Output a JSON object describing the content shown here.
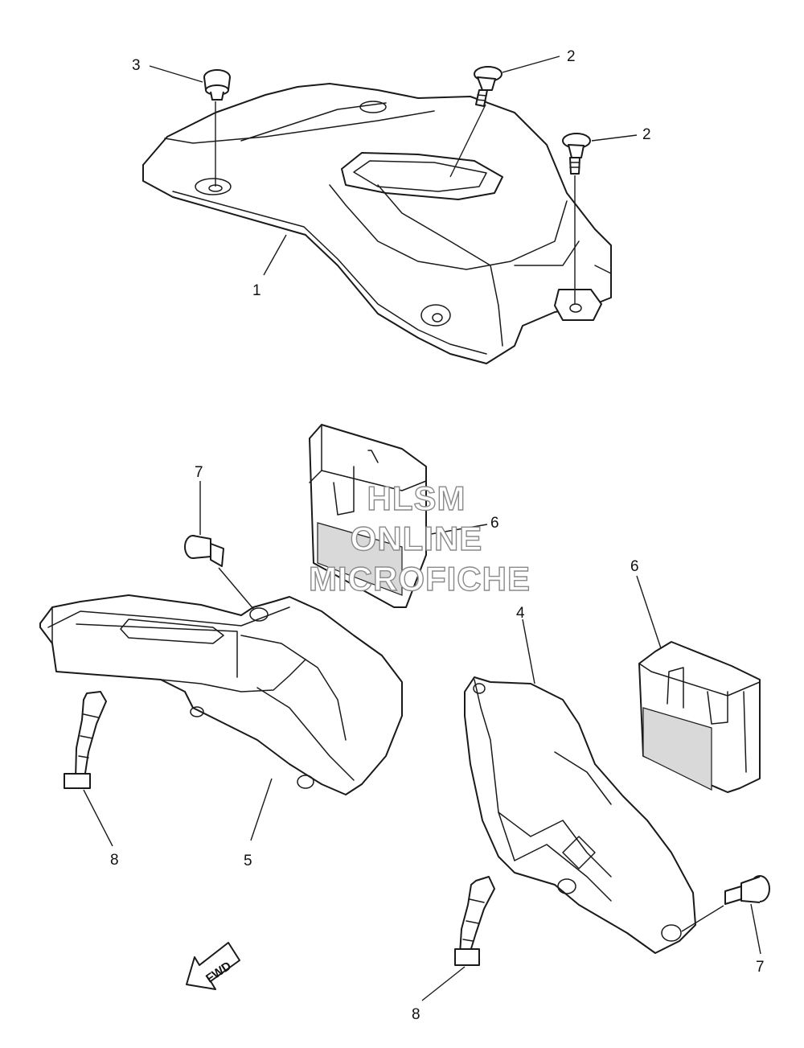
{
  "callouts": [
    {
      "id": "c1",
      "label": "1"
    },
    {
      "id": "c2a",
      "label": "2"
    },
    {
      "id": "c2b",
      "label": "2"
    },
    {
      "id": "c3",
      "label": "3"
    },
    {
      "id": "c4",
      "label": "4"
    },
    {
      "id": "c5",
      "label": "5"
    },
    {
      "id": "c6a",
      "label": "6"
    },
    {
      "id": "c6b",
      "label": "6"
    },
    {
      "id": "c7a",
      "label": "7"
    },
    {
      "id": "c7b",
      "label": "7"
    },
    {
      "id": "c8a",
      "label": "8"
    },
    {
      "id": "c8b",
      "label": "8"
    }
  ],
  "watermark": {
    "line1": "HLSM",
    "line2": "ONLINE",
    "line3": "MICROFICHE"
  },
  "direction_arrow": {
    "label": "FWD"
  },
  "colors": {
    "line": "#1a1a1a",
    "background": "#ffffff",
    "watermark_outline": "#8a8a8a"
  }
}
